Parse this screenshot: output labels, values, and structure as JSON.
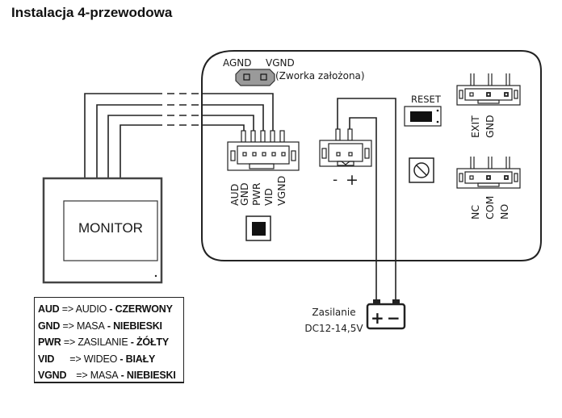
{
  "title": "Instalacja 4-przewodowa",
  "monitor": {
    "label": "MONITOR"
  },
  "jumper": {
    "left_label": "AGND",
    "right_label": "VGND",
    "note": "(Zworka założona)"
  },
  "main_connector": {
    "pins": [
      "AUD",
      "GND",
      "PWR",
      "VID",
      "VGND"
    ]
  },
  "power_connector": {
    "minus": "-",
    "plus": "+"
  },
  "reset": {
    "label": "RESET"
  },
  "exit_connector": {
    "pins": [
      "EXIT",
      "GND"
    ]
  },
  "relay_connector": {
    "pins": [
      "NC",
      "COM",
      "NO"
    ]
  },
  "power_supply": {
    "line1": "Zasilanie",
    "line2": "DC12-14,5V",
    "plus": "+",
    "minus": "−"
  },
  "legend": {
    "rows": [
      {
        "code": "AUD",
        "arrow": "=>",
        "desc": "AUDIO",
        "sep": " - ",
        "color": "CZERWONY"
      },
      {
        "code": "GND",
        "arrow": "=>",
        "desc": "MASA",
        "sep": " - ",
        "color": "NIEBIESKI"
      },
      {
        "code": "PWR",
        "arrow": "=>",
        "desc": "ZASILANIE",
        "sep": " - ",
        "color": "ŻÓŁTY"
      },
      {
        "code": "VID",
        "arrow": "=>",
        "desc": "WIDEO",
        "sep": " - ",
        "color": "BIAŁY"
      },
      {
        "code": "VGND",
        "arrow": "=>",
        "desc": "MASA",
        "sep": " - ",
        "color": "NIEBIESKI"
      }
    ]
  }
}
